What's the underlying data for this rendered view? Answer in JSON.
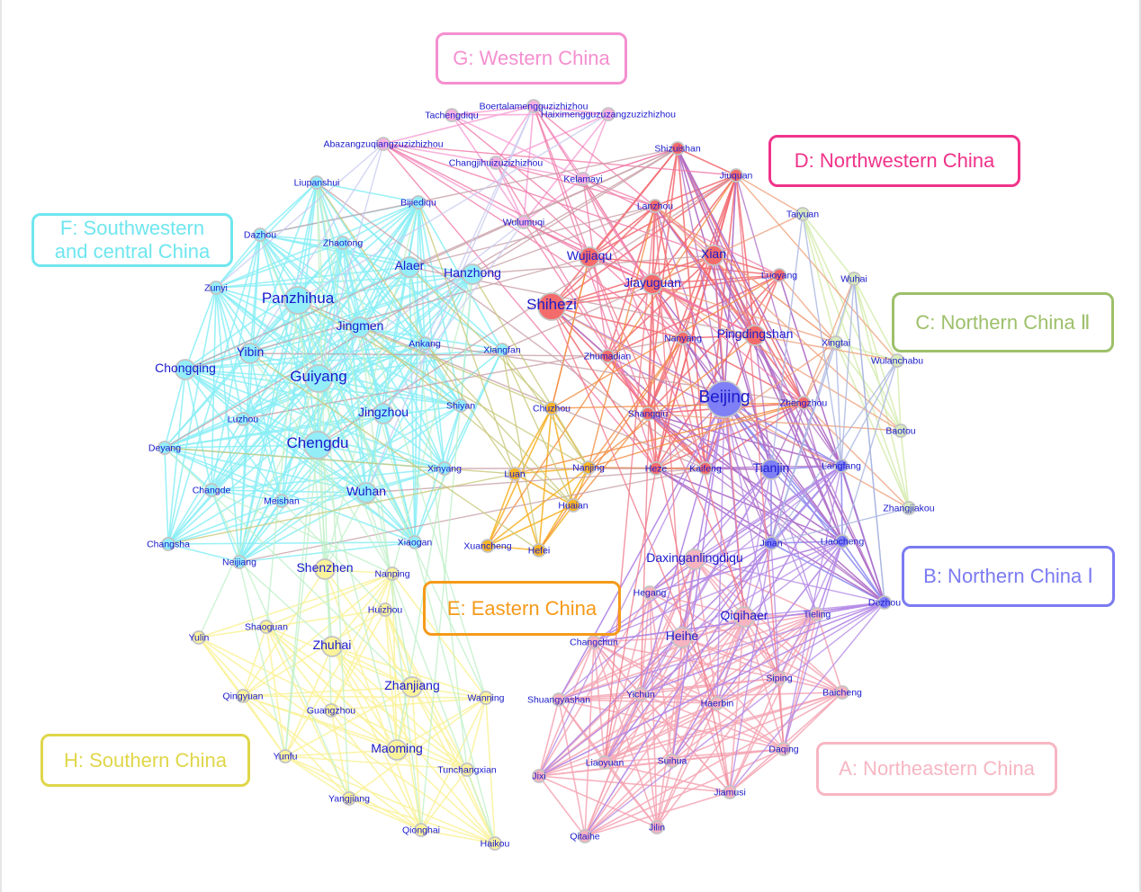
{
  "title": "City network communities in China",
  "groups": [
    {
      "id": "A",
      "label": "A: Northeastern China",
      "color": "#f7b6c2",
      "edge_color": "#f4a6b4",
      "node_color": "#f7b3c0"
    },
    {
      "id": "B",
      "label": "B: Northern China Ⅰ",
      "color": "#7b7bf2",
      "edge_color": "#8a86ee",
      "node_color": "#7f7ff6"
    },
    {
      "id": "C",
      "label": "C: Northern China Ⅱ",
      "color": "#9dc06a",
      "edge_color": "#d6ecb0",
      "node_color": "#d9ebbd"
    },
    {
      "id": "D",
      "label": "D: Northwestern China",
      "color": "#f0338a",
      "edge_color": "#f2686e",
      "node_color": "#f46b6b"
    },
    {
      "id": "E",
      "label": "E: Eastern China",
      "color": "#f59a1a",
      "edge_color": "#f6b020",
      "node_color": "#f8b526"
    },
    {
      "id": "F",
      "label": "F: Southwestern\nand central China",
      "color": "#6fe6ef",
      "edge_color": "#8aeef6",
      "node_color": "#93eef8"
    },
    {
      "id": "G",
      "label": "G: Western China",
      "color": "#f58fd0",
      "edge_color": "#f7a3d6",
      "node_color": "#f6b2df"
    },
    {
      "id": "H",
      "label": "H: Southern China",
      "color": "#e0d64a",
      "edge_color": "#faf29a",
      "node_color": "#fbf39a"
    }
  ],
  "nodes": [
    {
      "name": "Boertalamengguzizhizhou",
      "group": "G",
      "size": 1
    },
    {
      "name": "Haiximengguzuzangzuzizhizhou",
      "group": "G",
      "size": 1
    },
    {
      "name": "Tachengdiqu",
      "group": "G",
      "size": 1
    },
    {
      "name": "Abazangzuqiangzuzizhizhou",
      "group": "G",
      "size": 1
    },
    {
      "name": "Changjihuizuzizhizhou",
      "group": "G",
      "size": 1
    },
    {
      "name": "Kelamayi",
      "group": "G",
      "size": 1
    },
    {
      "name": "Wulumuqi",
      "group": "G",
      "size": 1
    },
    {
      "name": "Shizuishan",
      "group": "D",
      "size": 1
    },
    {
      "name": "Jiuquan",
      "group": "D",
      "size": 1
    },
    {
      "name": "Lanzhou",
      "group": "D",
      "size": 1
    },
    {
      "name": "Xian",
      "group": "D",
      "size": 2
    },
    {
      "name": "Wujiaqu",
      "group": "D",
      "size": 2
    },
    {
      "name": "Jiayuguan",
      "group": "D",
      "size": 2
    },
    {
      "name": "Luoyang",
      "group": "D",
      "size": 1
    },
    {
      "name": "Shihezi",
      "group": "D",
      "size": 3
    },
    {
      "name": "Pingdingshan",
      "group": "D",
      "size": 2
    },
    {
      "name": "Nanyang",
      "group": "D",
      "size": 1
    },
    {
      "name": "Zhumadian",
      "group": "D",
      "size": 1
    },
    {
      "name": "Shangqiu",
      "group": "D",
      "size": 1
    },
    {
      "name": "Zhengzhou",
      "group": "D",
      "size": 1
    },
    {
      "name": "Heze",
      "group": "D",
      "size": 1
    },
    {
      "name": "Kaifeng",
      "group": "D",
      "size": 1
    },
    {
      "name": "Taiyuan",
      "group": "C",
      "size": 1
    },
    {
      "name": "Wuhai",
      "group": "C",
      "size": 1
    },
    {
      "name": "Xingtai",
      "group": "C",
      "size": 1
    },
    {
      "name": "Wulanchabu",
      "group": "C",
      "size": 1
    },
    {
      "name": "Baotou",
      "group": "C",
      "size": 1
    },
    {
      "name": "Zhangjiakou",
      "group": "C",
      "size": 1
    },
    {
      "name": "Beijing",
      "group": "B",
      "size": 4
    },
    {
      "name": "Tianjin",
      "group": "B",
      "size": 2
    },
    {
      "name": "Langfang",
      "group": "B",
      "size": 1
    },
    {
      "name": "Jinan",
      "group": "B",
      "size": 1
    },
    {
      "name": "Liaocheng",
      "group": "B",
      "size": 1
    },
    {
      "name": "Dezhou",
      "group": "B",
      "size": 1
    },
    {
      "name": "Daxinganlingdiqu",
      "group": "A",
      "size": 2
    },
    {
      "name": "Hegang",
      "group": "A",
      "size": 1
    },
    {
      "name": "Qiqihaer",
      "group": "A",
      "size": 2
    },
    {
      "name": "Tieling",
      "group": "A",
      "size": 1
    },
    {
      "name": "Changchun",
      "group": "A",
      "size": 1
    },
    {
      "name": "Heihe",
      "group": "A",
      "size": 2
    },
    {
      "name": "Siping",
      "group": "A",
      "size": 1
    },
    {
      "name": "Baicheng",
      "group": "A",
      "size": 1
    },
    {
      "name": "Shuangyashan",
      "group": "A",
      "size": 1
    },
    {
      "name": "Yichun",
      "group": "A",
      "size": 1
    },
    {
      "name": "Haerbin",
      "group": "A",
      "size": 1
    },
    {
      "name": "Daqing",
      "group": "A",
      "size": 1
    },
    {
      "name": "Liaoyuan",
      "group": "A",
      "size": 1
    },
    {
      "name": "Suihua",
      "group": "A",
      "size": 1
    },
    {
      "name": "Jixi",
      "group": "A",
      "size": 1
    },
    {
      "name": "Jiamusi",
      "group": "A",
      "size": 1
    },
    {
      "name": "Qitaihe",
      "group": "A",
      "size": 1
    },
    {
      "name": "Jilin",
      "group": "A",
      "size": 1
    },
    {
      "name": "Chuzhou",
      "group": "E",
      "size": 1
    },
    {
      "name": "Nanjing",
      "group": "E",
      "size": 1
    },
    {
      "name": "Luan",
      "group": "E",
      "size": 1
    },
    {
      "name": "Huaian",
      "group": "E",
      "size": 1
    },
    {
      "name": "Xuancheng",
      "group": "E",
      "size": 1
    },
    {
      "name": "Hefei",
      "group": "E",
      "size": 1
    },
    {
      "name": "Liupanshui",
      "group": "F",
      "size": 1
    },
    {
      "name": "Bijiediqu",
      "group": "F",
      "size": 1
    },
    {
      "name": "Dazhou",
      "group": "F",
      "size": 1
    },
    {
      "name": "Zhaotong",
      "group": "F",
      "size": 1
    },
    {
      "name": "Alaer",
      "group": "F",
      "size": 2
    },
    {
      "name": "Hanzhong",
      "group": "F",
      "size": 2
    },
    {
      "name": "Zunyi",
      "group": "F",
      "size": 1
    },
    {
      "name": "Panzhihua",
      "group": "F",
      "size": 3
    },
    {
      "name": "Jingmen",
      "group": "F",
      "size": 2
    },
    {
      "name": "Yibin",
      "group": "F",
      "size": 2
    },
    {
      "name": "Chongqing",
      "group": "F",
      "size": 2
    },
    {
      "name": "Guiyang",
      "group": "F",
      "size": 3
    },
    {
      "name": "Ankang",
      "group": "F",
      "size": 1
    },
    {
      "name": "Xiangfan",
      "group": "F",
      "size": 1
    },
    {
      "name": "Shiyan",
      "group": "F",
      "size": 1
    },
    {
      "name": "Jingzhou",
      "group": "F",
      "size": 2
    },
    {
      "name": "Luzhou",
      "group": "F",
      "size": 1
    },
    {
      "name": "Chengdu",
      "group": "F",
      "size": 3
    },
    {
      "name": "Deyang",
      "group": "F",
      "size": 1
    },
    {
      "name": "Xinyang",
      "group": "F",
      "size": 1
    },
    {
      "name": "Changde",
      "group": "F",
      "size": 1
    },
    {
      "name": "Meishan",
      "group": "F",
      "size": 1
    },
    {
      "name": "Wuhan",
      "group": "F",
      "size": 2
    },
    {
      "name": "Changsha",
      "group": "F",
      "size": 1
    },
    {
      "name": "Neijiang",
      "group": "F",
      "size": 1
    },
    {
      "name": "Xiaogan",
      "group": "F",
      "size": 1
    },
    {
      "name": "Shenzhen",
      "group": "H",
      "size": 2
    },
    {
      "name": "Nanping",
      "group": "H",
      "size": 1
    },
    {
      "name": "Huizhou",
      "group": "H",
      "size": 1
    },
    {
      "name": "Shaoguan",
      "group": "H",
      "size": 1
    },
    {
      "name": "Yulin",
      "group": "H",
      "size": 1
    },
    {
      "name": "Zhuhai",
      "group": "H",
      "size": 2
    },
    {
      "name": "Zhanjiang",
      "group": "H",
      "size": 2
    },
    {
      "name": "Wanning",
      "group": "H",
      "size": 1
    },
    {
      "name": "Qingyuan",
      "group": "H",
      "size": 1
    },
    {
      "name": "Guangzhou",
      "group": "H",
      "size": 1
    },
    {
      "name": "Maoming",
      "group": "H",
      "size": 2
    },
    {
      "name": "Yunfu",
      "group": "H",
      "size": 1
    },
    {
      "name": "Tunchangxian",
      "group": "H",
      "size": 1
    },
    {
      "name": "Yangjiang",
      "group": "H",
      "size": 1
    },
    {
      "name": "Qionghai",
      "group": "H",
      "size": 1
    },
    {
      "name": "Haikou",
      "group": "H",
      "size": 1
    }
  ]
}
